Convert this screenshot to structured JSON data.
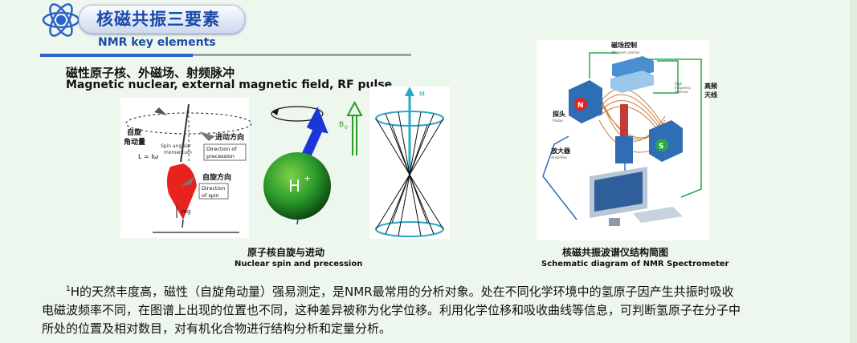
{
  "header": {
    "title_zh": "核磁共振三要素",
    "title_en": "NMR key elements"
  },
  "subtitle": {
    "zh": "磁性原子核、外磁场、射频脉冲",
    "en": "Magnetic nuclear, external magnetic field, RF pulse"
  },
  "spin_figure": {
    "label_spin_angular_zh": "自旋",
    "label_spin_angular_zh2": "角动量",
    "label_spin_angular_en1": "Spin angular",
    "label_spin_angular_en2": "momentum",
    "formula": "L = Iω",
    "label_precession_zh": "进动方向",
    "label_precession_en1": "Direction of",
    "label_precession_en2": "precession",
    "label_spin_dir_zh": "自旋方向",
    "label_spin_dir_en1": "Direction",
    "label_spin_dir_en2": "of spin",
    "mg": "mg",
    "h_plus": "H",
    "h_sup": "+",
    "b0": "B",
    "b0_sub": "0",
    "m_label": "M"
  },
  "caption_left": {
    "zh": "原子核自旋与进动",
    "en": "Nuclear spin and precession"
  },
  "spectrometer": {
    "magnet_control_zh": "磁场控制",
    "magnet_control_en": "Magnet control",
    "antenna_zh1": "高频",
    "antenna_zh2": "天线",
    "antenna_en1": "High",
    "antenna_en2": "frequency",
    "antenna_en3": "antenna",
    "probe_zh": "探头",
    "probe_en": "Probe",
    "amp_zh": "放大器",
    "amp_en": "Amplifier",
    "n_label": "N",
    "s_label": "S"
  },
  "caption_right": {
    "zh": "核磁共振波谱仪结构简图",
    "en": "Schematic diagram of NMR Spectrometer"
  },
  "paragraph": {
    "sup": "1",
    "line1": "H的天然丰度高，磁性（自旋角动量）强易测定，是NMR最常用的分析对象。处在不同化学环境中的氢原子因产生共振时吸收",
    "line2": "电磁波频率不同，在图谱上出现的位置也不同，这种差异被称为化学位移。利用化学位移和吸收曲线等信息，可判断氢原子在分子中",
    "line3": "所处的位置及相对数目，对有机化合物进行结构分析和定量分析。"
  },
  "colors": {
    "accent": "#1b4aa8",
    "top_red": "#e8231d",
    "h_green": "#2a9a2a",
    "arrow_blue": "#1a36d6",
    "cyan": "#2aa8c8"
  }
}
